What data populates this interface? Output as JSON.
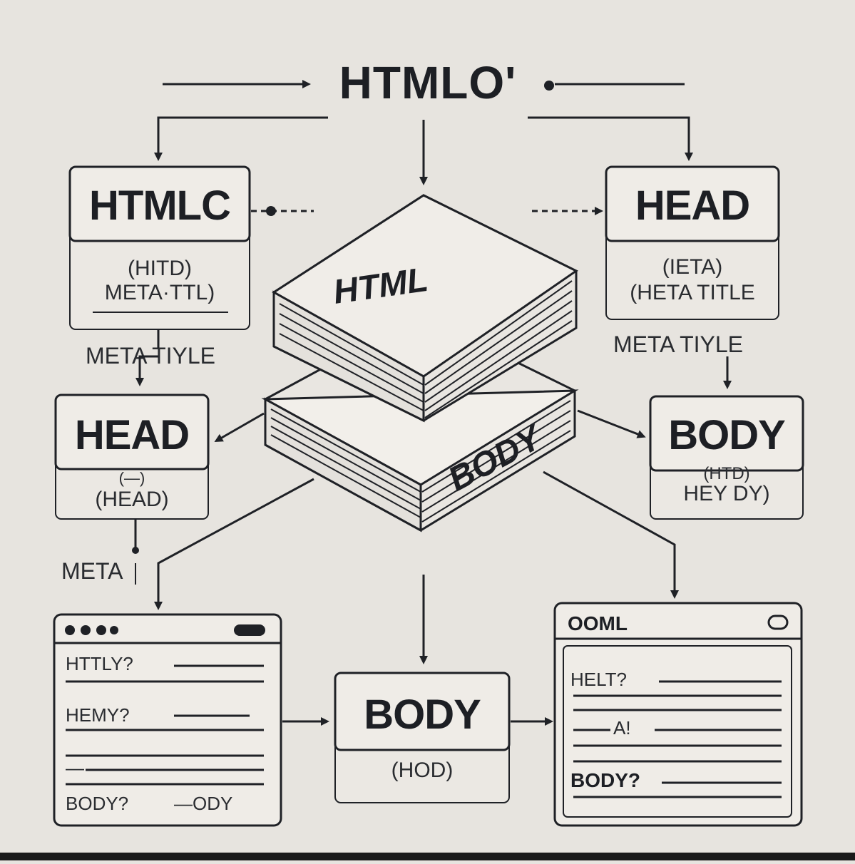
{
  "title": "HTMLO'",
  "boxes": {
    "top_left": {
      "title": "HTMLC",
      "sub_1": "(HITD)",
      "sub_2": "META·TTL)"
    },
    "top_right": {
      "title": "HEAD",
      "sub_1": "(IETA)",
      "sub_2": "(HETA TITLE"
    },
    "mid_left": {
      "title": "HEAD",
      "sub_1": "(—)",
      "sub_2": "(HEAD)"
    },
    "mid_right": {
      "title": "BODY",
      "sub_1": "(HTD)",
      "sub_2": "HEY DY)"
    },
    "bottom_center": {
      "title": "BODY",
      "sub_1": "(HOD)"
    }
  },
  "labels": {
    "meta_title_left": "META TIYLE",
    "meta_title_right": "META TIYLE",
    "meta": "META"
  },
  "book": {
    "top_label": "HTML",
    "side_label": "BODY"
  },
  "windows": {
    "left": {
      "lines": [
        "HTTLY?",
        "HEMY?",
        "—",
        "BODY?",
        "—ODY"
      ]
    },
    "right": {
      "header": "OOML",
      "lines": [
        "HELT?",
        "A!",
        "BODY?"
      ]
    }
  },
  "colors": {
    "background": "#e7e4df",
    "ink": "#1f2126",
    "box_fill": "#efece7"
  }
}
